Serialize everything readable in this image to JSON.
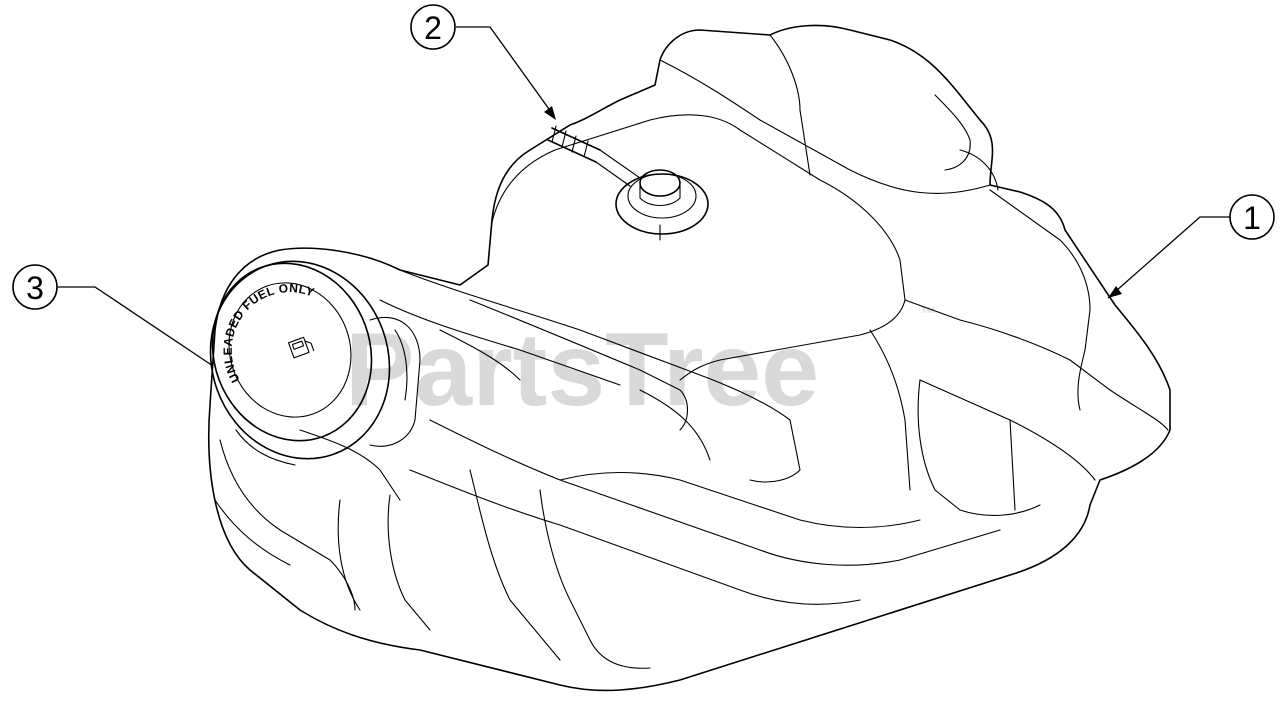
{
  "watermark": {
    "text": "PartsTree",
    "trademark": "™"
  },
  "callouts": [
    {
      "number": "1"
    },
    {
      "number": "2"
    },
    {
      "number": "3"
    }
  ],
  "fuel_cap": {
    "text": "UNLEADED FUEL ONLY"
  }
}
